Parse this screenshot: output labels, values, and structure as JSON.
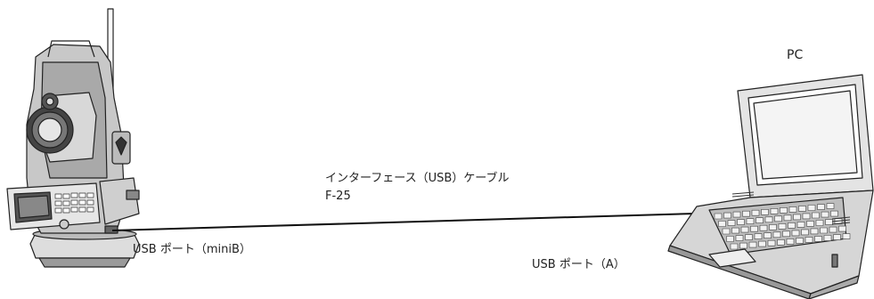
{
  "labels": {
    "pc": "PC",
    "cable_name": "インターフェース（USB）ケーブル",
    "cable_model": "F-25",
    "port_instrument": "USB ポート（miniB）",
    "port_pc": "USB ポート（A）"
  }
}
